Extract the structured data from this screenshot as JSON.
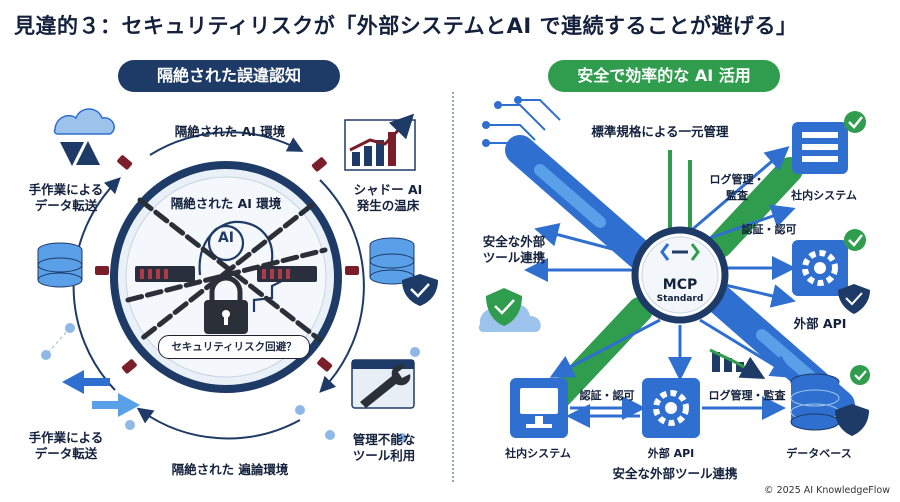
{
  "title": "見違的３：セキュリティリスクが「外部システムとAI で連続することが避げる」",
  "left": {
    "heading": "隔絶された誤違認知",
    "top_label": "隔絶された AI 環境",
    "center_label": "隔絶された AI 環境",
    "center_ai": "AI",
    "bubble": "セキュリティリスク回避？",
    "upper_left_label": [
      "手作業による",
      "データ転送"
    ],
    "lower_left_label": [
      "手作業による",
      "データ転送"
    ],
    "upper_right_label": [
      "シャドー AI",
      "発生の温床"
    ],
    "lower_right_label": [
      "管理不能な",
      "ツール利用"
    ],
    "bottom_label": "隔絶された 遍論環境"
  },
  "right": {
    "heading": "安全で効率的な AI 活用",
    "top_label": "標準規格による一元管理",
    "log_label_top": [
      "ログ管理・",
      "監査"
    ],
    "auth_label_right": "認証・認可",
    "safe_label_left": [
      "安全な外部",
      "ツール連携"
    ],
    "mcp_title": "MCP",
    "mcp_subtitle": "Standard",
    "internal_system_top": "社内システム",
    "external_api_right": "外部 API",
    "internal_system_bottom": "社内システム",
    "auth_label_bottom": "認証・認可",
    "external_api_bottom": "外部 API",
    "log_label_bottom": "ログ管理・監査",
    "database": "データベース",
    "bottom_label": "安全な外部ツール連携"
  },
  "footer": "© 2025 AI KnowledgeFlow",
  "colors": {
    "navy": "#1e3a66",
    "green": "#2f9d4d",
    "blue": "#2f6fd0",
    "light_blue": "#5aa0e8",
    "maroon": "#7a1e2a"
  }
}
